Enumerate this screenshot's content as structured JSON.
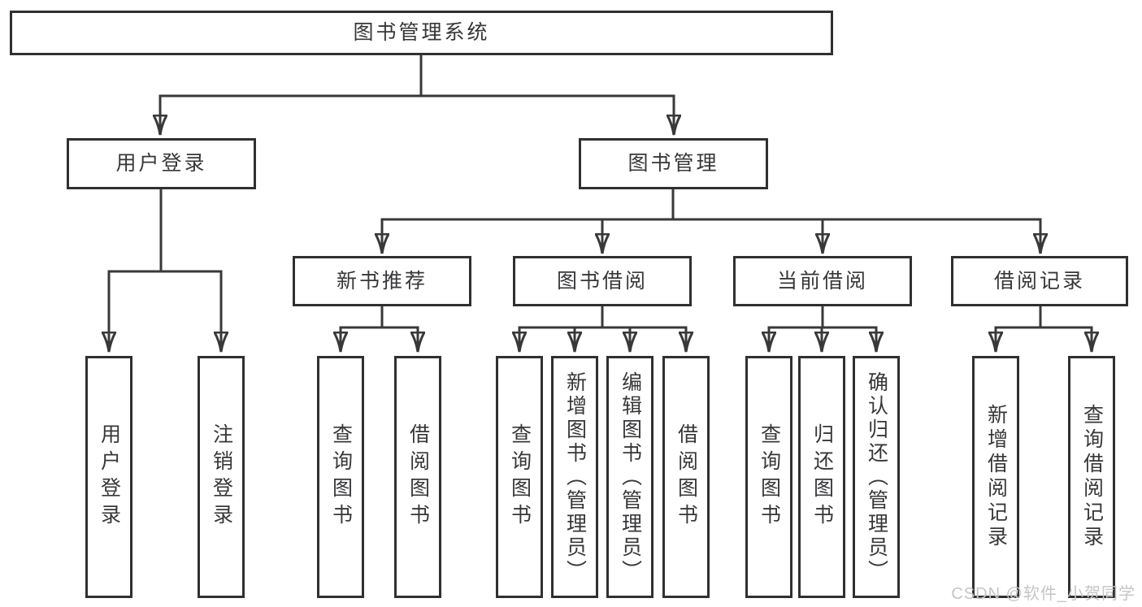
{
  "tree": {
    "root": {
      "label": "图书管理系统",
      "children": [
        {
          "label": "用户登录",
          "children": [
            {
              "label": "用户登录"
            },
            {
              "label": "注销登录"
            }
          ]
        },
        {
          "label": "图书管理",
          "children": [
            {
              "label": "新书推荐",
              "children": [
                {
                  "label": "查询图书"
                },
                {
                  "label": "借阅图书"
                }
              ]
            },
            {
              "label": "图书借阅",
              "children": [
                {
                  "label": "查询图书"
                },
                {
                  "label": "新增图书（管理员）"
                },
                {
                  "label": "编辑图书（管理员）"
                },
                {
                  "label": "借阅图书"
                }
              ]
            },
            {
              "label": "当前借阅",
              "children": [
                {
                  "label": "查询图书"
                },
                {
                  "label": "归还图书"
                },
                {
                  "label": "确认归还（管理员）"
                }
              ]
            },
            {
              "label": "借阅记录",
              "children": [
                {
                  "label": "新增借阅记录"
                },
                {
                  "label": "查询借阅记录"
                }
              ]
            }
          ]
        }
      ]
    }
  },
  "watermark": {
    "text": "CSDN @软件_小贺同学"
  },
  "colors": {
    "background": "#ffffff",
    "line": "#39393b",
    "box_border": "#303032",
    "text": "#37373a",
    "watermark": "#c5c5c7"
  }
}
